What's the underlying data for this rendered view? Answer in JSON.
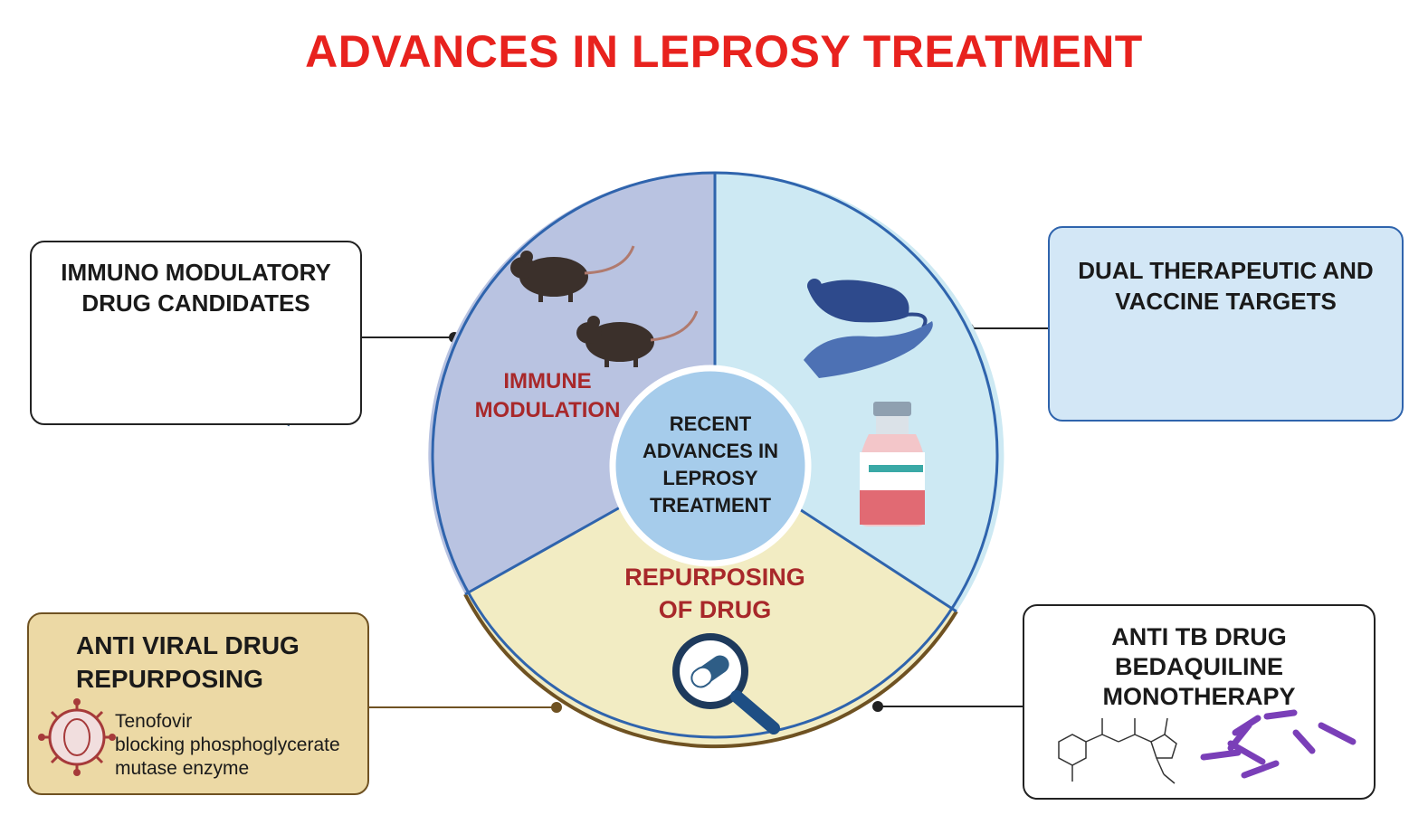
{
  "title": "ADVANCES IN LEPROSY TREATMENT",
  "colors": {
    "title": "#e8221e",
    "segment_label": "#a8282a",
    "wheel_border": "#2f64ad",
    "segment_immune": "#b9c3e1",
    "segment_vaccine": "#cde9f3",
    "segment_repurposing": "#f2ecc3",
    "repurposing_border": "#6f5222",
    "center_fill": "#a6cceb",
    "antiviral_box": "#ecd9a5",
    "dual_box": "#d3e7f6"
  },
  "center": {
    "label": "RECENT\nADVANCES IN\nLEPROSY\nTREATMENT"
  },
  "segments": {
    "immune": "IMMUNE\nMODULATION",
    "repurposing": "REPURPOSING\nOF DRUG"
  },
  "boxes": {
    "immuno": {
      "title": "IMMUNO MODULATORY\nDRUG CANDIDATES"
    },
    "dual": {
      "title": "DUAL THERAPEUTIC AND\nVACCINE TARGETS"
    },
    "antiviral": {
      "title": "ANTI VIRAL DRUG\nREPURPOSING",
      "note_lines": [
        "Tenofovir",
        "blocking phosphoglycerate",
        "mutase enzyme"
      ]
    },
    "antitb": {
      "title": "ANTI TB DRUG\nBEDAQUILINE\nMONOTHERAPY"
    }
  },
  "icons": [
    "mouse-icon",
    "arrow-right-icon",
    "immune-cell-icon",
    "mouse-in-hand-icon",
    "syringe-icon",
    "vaccine-vial-icon",
    "pill-magnifier-icon",
    "virus-icon",
    "chemical-structure-icon",
    "bacilli-icon"
  ]
}
